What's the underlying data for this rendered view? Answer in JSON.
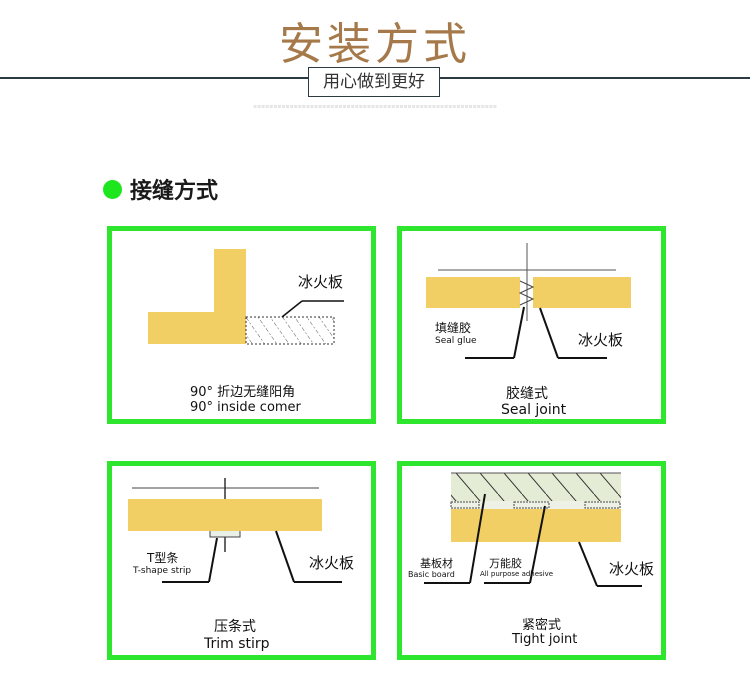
{
  "header": {
    "title": "安装方式",
    "subtitle": "用心做到更好"
  },
  "section": {
    "title": "接缝方式"
  },
  "colors": {
    "title": "#a5794a",
    "panel_border": "#2ee62e",
    "board": "#f2cf64",
    "dot": "#1ee61e"
  },
  "panels": [
    {
      "board_label": "冰火板",
      "caption_cn": "90°  折边无缝阳角",
      "caption_en": "90°  inside comer"
    },
    {
      "glue_cn": "填缝胶",
      "glue_en": "Seal glue",
      "board_label": "冰火板",
      "caption_cn": "胶缝式",
      "caption_en": "Seal joint"
    },
    {
      "strip_cn": "T型条",
      "strip_en": "T-shape strip",
      "board_label": "冰火板",
      "caption_cn": "压条式",
      "caption_en": "Trim stirp"
    },
    {
      "base_cn": "基板材",
      "base_en": "Basic board",
      "adhesive_cn": "万能胶",
      "adhesive_en": "All purpose adhesive",
      "board_label": "冰火板",
      "caption_cn": "紧密式",
      "caption_en": "Tight joint"
    }
  ]
}
